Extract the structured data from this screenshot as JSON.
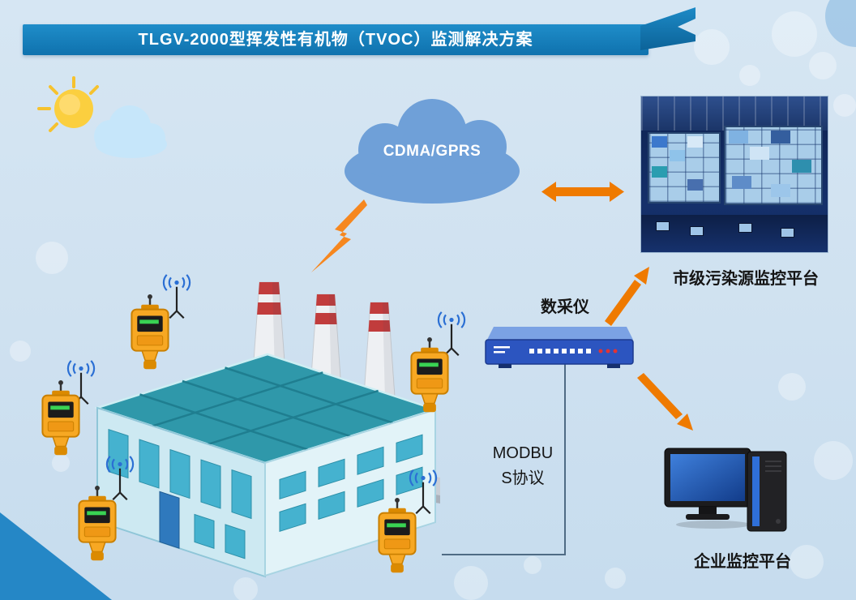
{
  "banner": {
    "title": "TLGV-2000型挥发性有机物（TVOC）监测解决方案"
  },
  "network": {
    "cloud_label": "CDMA/GPRS"
  },
  "platforms": {
    "city": {
      "label": "市级污染源监控平台"
    },
    "enterprise": {
      "label": "企业监控平台"
    }
  },
  "devices": {
    "collector": {
      "label": "数采仪"
    },
    "protocol": {
      "line1": "MODBU",
      "line2": "S协议"
    },
    "gas_detector_count": 5
  },
  "colors": {
    "background": "#cfe1f0",
    "banner_blue": "#1580bf",
    "cloud_blue": "#6fa0d8",
    "arrow_orange": "#ef7a00",
    "detector_orange": "#f7a823",
    "collector_blue": "#2c55c0",
    "factory_roof_teal": "#2f98aa",
    "chimney_red": "#c13c3c"
  }
}
